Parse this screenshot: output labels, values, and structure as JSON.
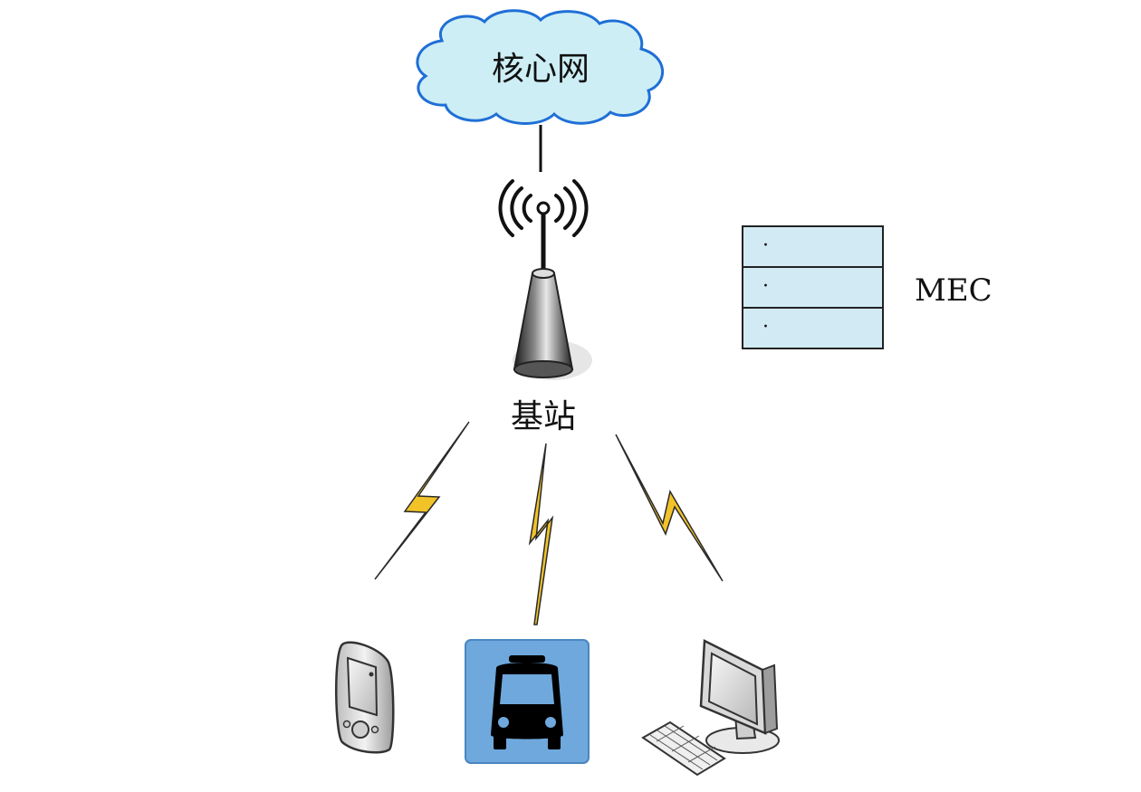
{
  "cloud": {
    "label": "核心网"
  },
  "base_station": {
    "label": "基站"
  },
  "mec": {
    "label": "MEC",
    "rows": [
      "·",
      "·",
      "·"
    ]
  },
  "colors": {
    "cloud_fill": "#cdeef5",
    "cloud_stroke": "#1f6fd6",
    "mec_fill": "#d2eaf3",
    "lightning": "#f2c329",
    "bus_tile": "#6fa8dc"
  },
  "devices": [
    {
      "name": "smartphone"
    },
    {
      "name": "bus"
    },
    {
      "name": "desktop-computer"
    }
  ]
}
